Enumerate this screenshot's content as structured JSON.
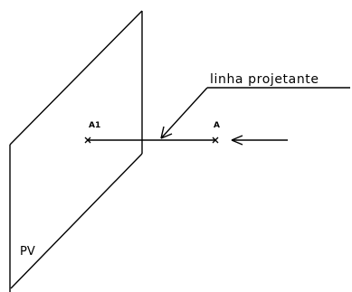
{
  "diagram": {
    "plane_label": "PV",
    "callout_label": "linha projetante",
    "point_label": "A",
    "projection_label": "A1",
    "line_color": "#000000",
    "background_color": "#ffffff",
    "point_marker": "x-cross",
    "arrow_style": "open-head"
  }
}
